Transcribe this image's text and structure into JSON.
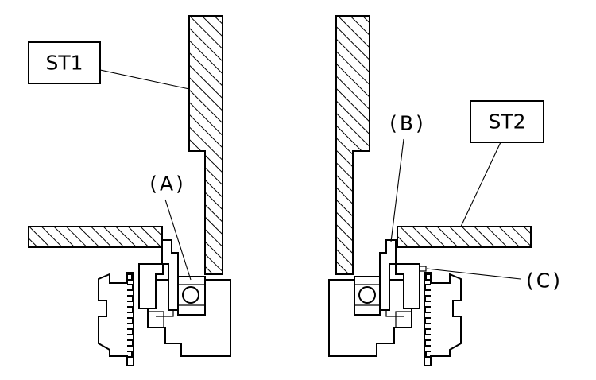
{
  "labels": {
    "st1": "ST1",
    "st2": "ST2"
  },
  "callouts": {
    "a": "(A)",
    "b": "(B)",
    "c": "(C)"
  }
}
